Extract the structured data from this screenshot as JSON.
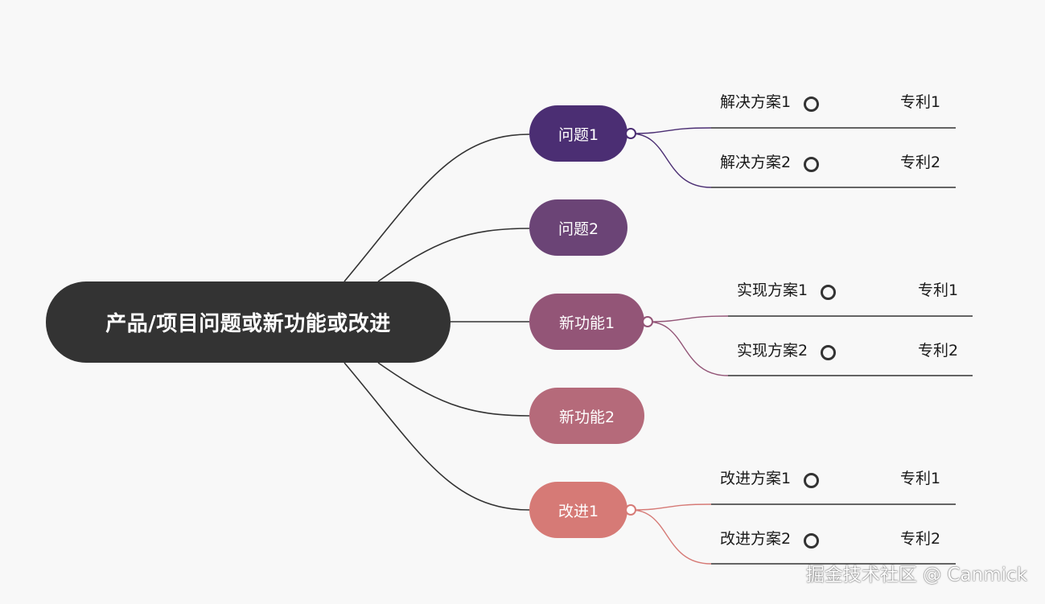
{
  "root": {
    "label": "产品/项目问题或新功能或改进"
  },
  "colors": {
    "background": "#f8f8f8",
    "root": "#333333",
    "connector": "#333333",
    "branch1": "#4b2e73",
    "branch2": "#6b4476",
    "branch3": "#935577",
    "branch4": "#b56a7a",
    "branch5": "#d67a76"
  },
  "branches": [
    {
      "label": "问题1",
      "children": [
        {
          "label": "解决方案1",
          "patent": "专利1"
        },
        {
          "label": "解决方案2",
          "patent": "专利2"
        }
      ]
    },
    {
      "label": "问题2",
      "children": []
    },
    {
      "label": "新功能1",
      "children": [
        {
          "label": "实现方案1",
          "patent": "专利1"
        },
        {
          "label": "实现方案2",
          "patent": "专利2"
        }
      ]
    },
    {
      "label": "新功能2",
      "children": []
    },
    {
      "label": "改进1",
      "children": [
        {
          "label": "改进方案1",
          "patent": "专利1"
        },
        {
          "label": "改进方案2",
          "patent": "专利2"
        }
      ]
    }
  ],
  "watermark": "掘金技术社区 @ Canmick"
}
